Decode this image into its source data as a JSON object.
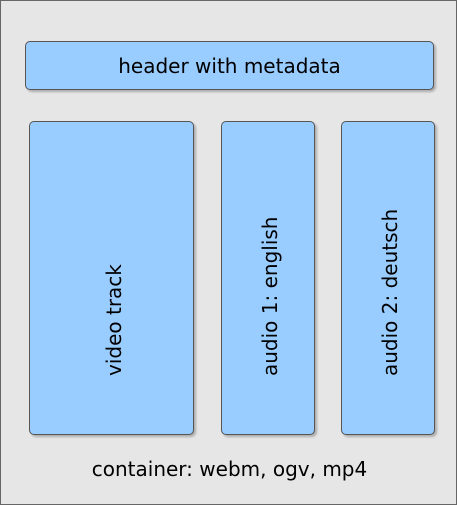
{
  "header": {
    "label": "header with metadata"
  },
  "tracks": [
    {
      "label": "video track"
    },
    {
      "label": "audio 1: english"
    },
    {
      "label": "audio 2: deutsch"
    }
  ],
  "container": {
    "caption": "container: webm, ogv, mp4"
  },
  "colors": {
    "container_fill": "#e6e6e6",
    "box_fill": "#99ccff",
    "box_stroke": "#555555"
  }
}
